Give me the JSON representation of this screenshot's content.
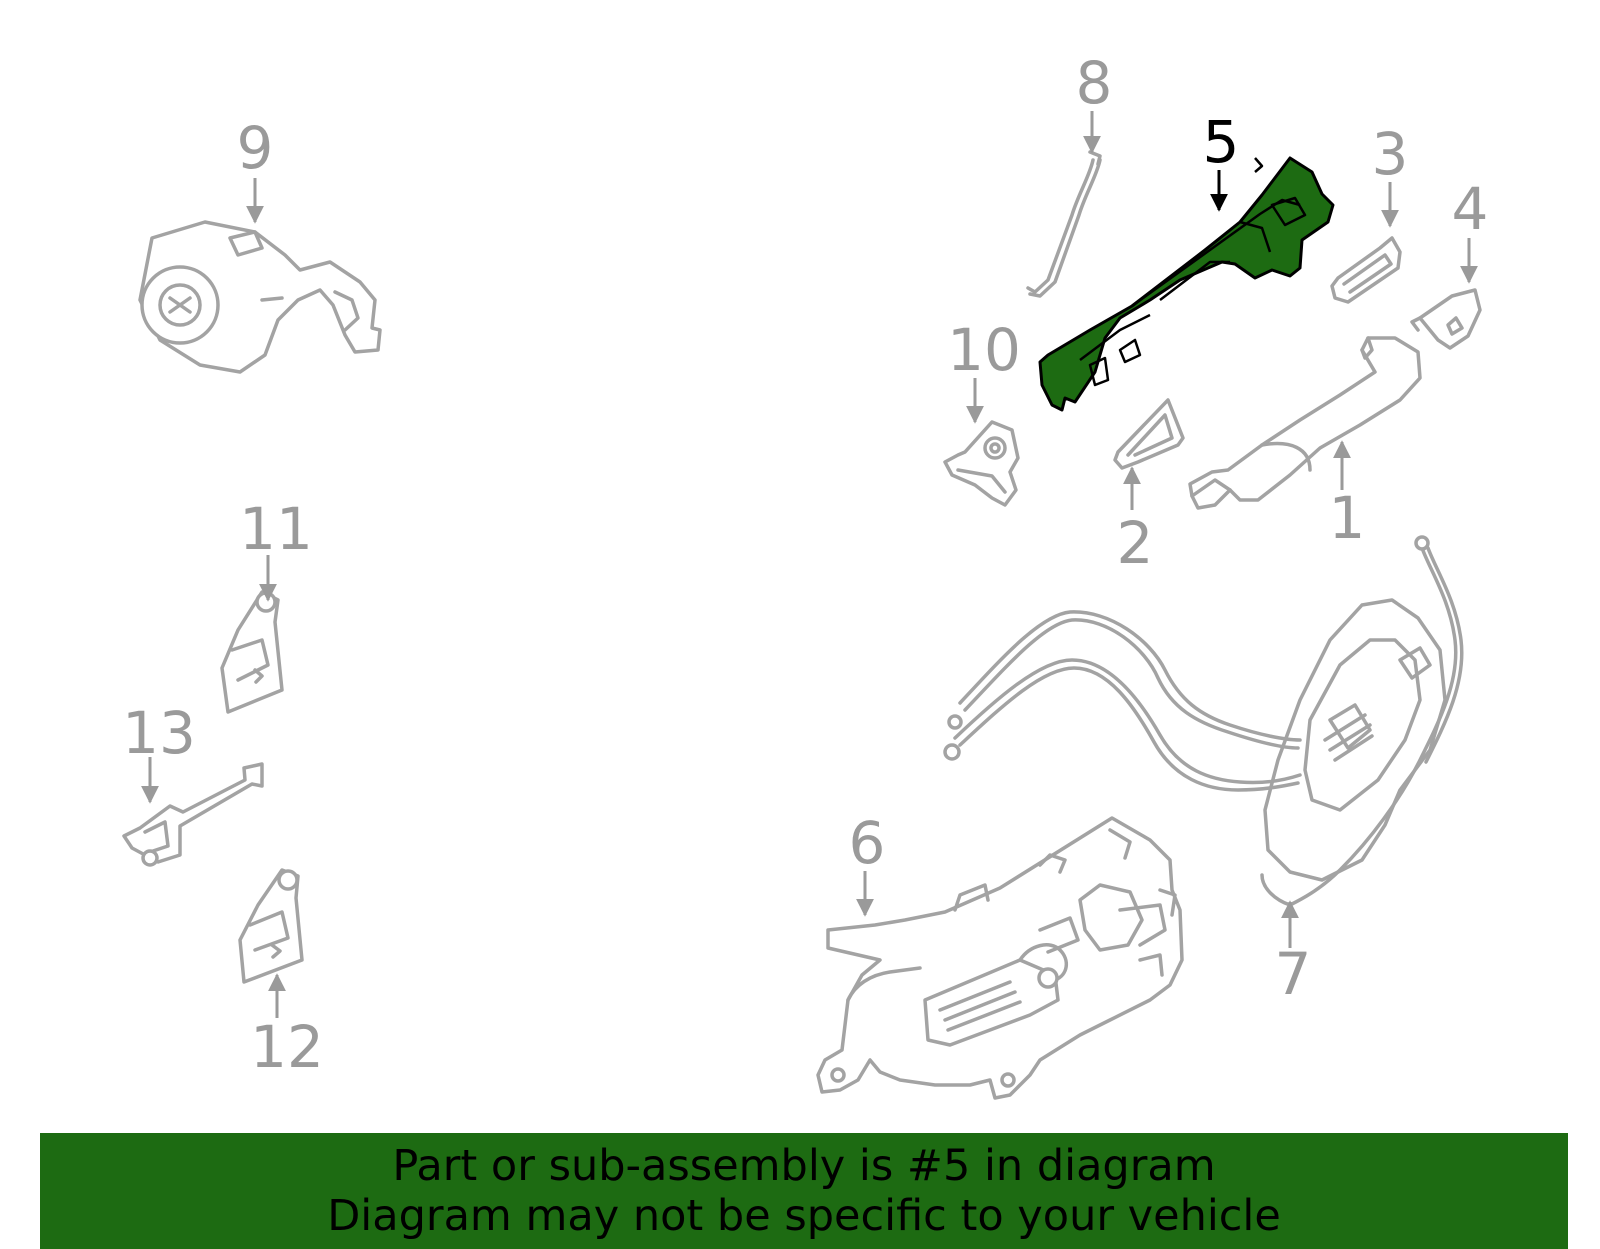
{
  "callouts": {
    "c1": "1",
    "c2": "2",
    "c3": "3",
    "c4": "4",
    "c5": "5",
    "c6": "6",
    "c7": "7",
    "c8": "8",
    "c9": "9",
    "c10": "10",
    "c11": "11",
    "c12": "12",
    "c13": "13"
  },
  "highlighted_part": "5",
  "colors": {
    "highlight_fill": "#1d6b12",
    "outline": "#a3a3a3",
    "banner": "#1d6b12"
  },
  "banner": {
    "line1": "Part or sub-assembly is #5 in diagram",
    "line2": "Diagram may not be specific to your vehicle"
  }
}
